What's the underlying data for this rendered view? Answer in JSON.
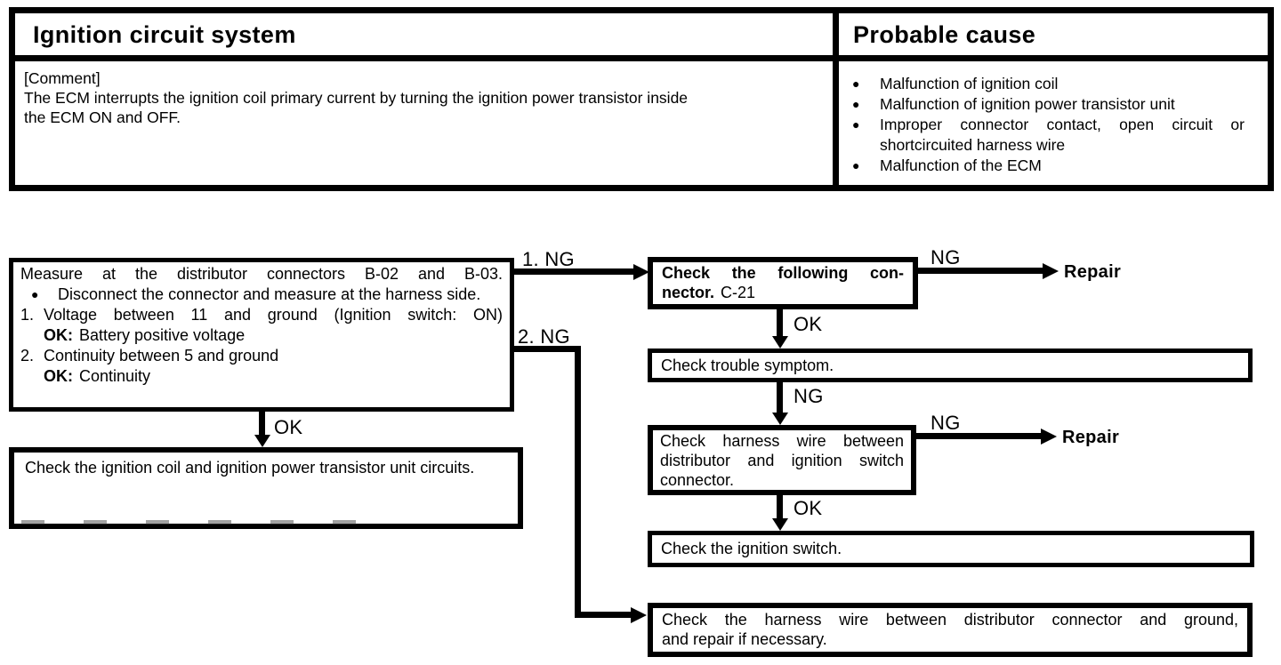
{
  "glyphs": {
    "bullet": "●"
  },
  "header_table": {
    "system_title": "Ignition circuit system",
    "probable_cause_title": "Probable cause",
    "comment_label": "[Comment]",
    "comment_line1": "The ECM interrupts the ignition coil primary current by turning the ignition power transistor inside",
    "comment_line2": "the ECM ON and OFF.",
    "probable_causes": [
      "Malfunction of ignition coil",
      "Malfunction of ignition power transistor unit",
      "Improper connector contact, open circuit or shortcircuited harness wire",
      "Malfunction of the ECM"
    ]
  },
  "flowchart": {
    "measure_box": {
      "title": "Measure at the distributor connectors B-02 and B-03.",
      "bullet_text": "Disconnect the connector and measure at the harness side.",
      "step1_num": "1.",
      "step1_text": "Voltage between 11 and ground (Ignition switch: ON)",
      "ok_prefix": "OK:",
      "step1_ok": "Battery positive voltage",
      "step2_num": "2.",
      "step2_text": "Continuity between 5 and ground",
      "step2_ok": "Continuity"
    },
    "coil_box_text": "Check the ignition coil and ignition power transistor unit circuits.",
    "connector_box": {
      "line1": "Check the following con-",
      "line2_bold": "nector.",
      "line2_code": "C-21"
    },
    "trouble_box_text": "Check trouble symptom.",
    "harness_box_text": "Check harness wire between distributor and ignition switch connector.",
    "ignition_switch_box_text": "Check the ignition switch.",
    "ground_box": {
      "line1": "Check the harness wire between distributor connector and ground,",
      "line2": "and repair if necessary."
    },
    "labels": {
      "ng1": "1. NG",
      "ng2": "2. NG",
      "ng": "NG",
      "ok": "OK",
      "repair": "Repair"
    }
  }
}
